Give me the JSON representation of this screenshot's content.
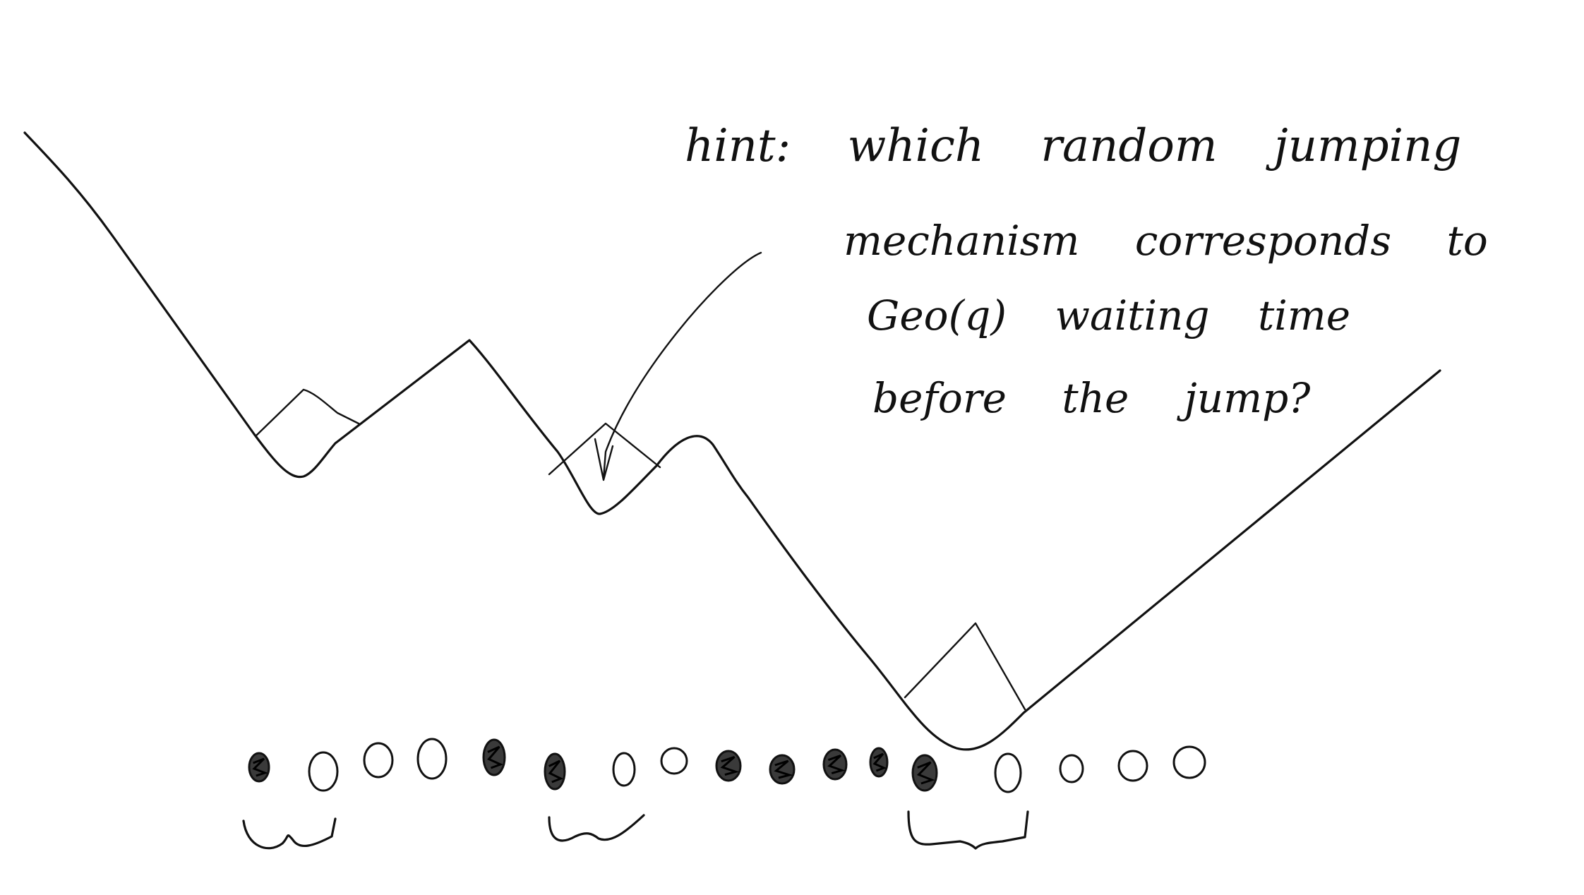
{
  "annotation": {
    "lines": [
      "hint: which random jumping",
      "mechanism corresponds to",
      "Geo(q) waiting time",
      "before the jump?"
    ]
  },
  "particles": {
    "states": [
      "filled",
      "empty",
      "empty",
      "empty",
      "filled",
      "filled",
      "empty",
      "empty",
      "filled",
      "filled",
      "filled",
      "filled",
      "filled",
      "empty",
      "empty",
      "empty",
      "empty"
    ]
  },
  "colors": {
    "ink": "#111111",
    "background": "#ffffff"
  }
}
